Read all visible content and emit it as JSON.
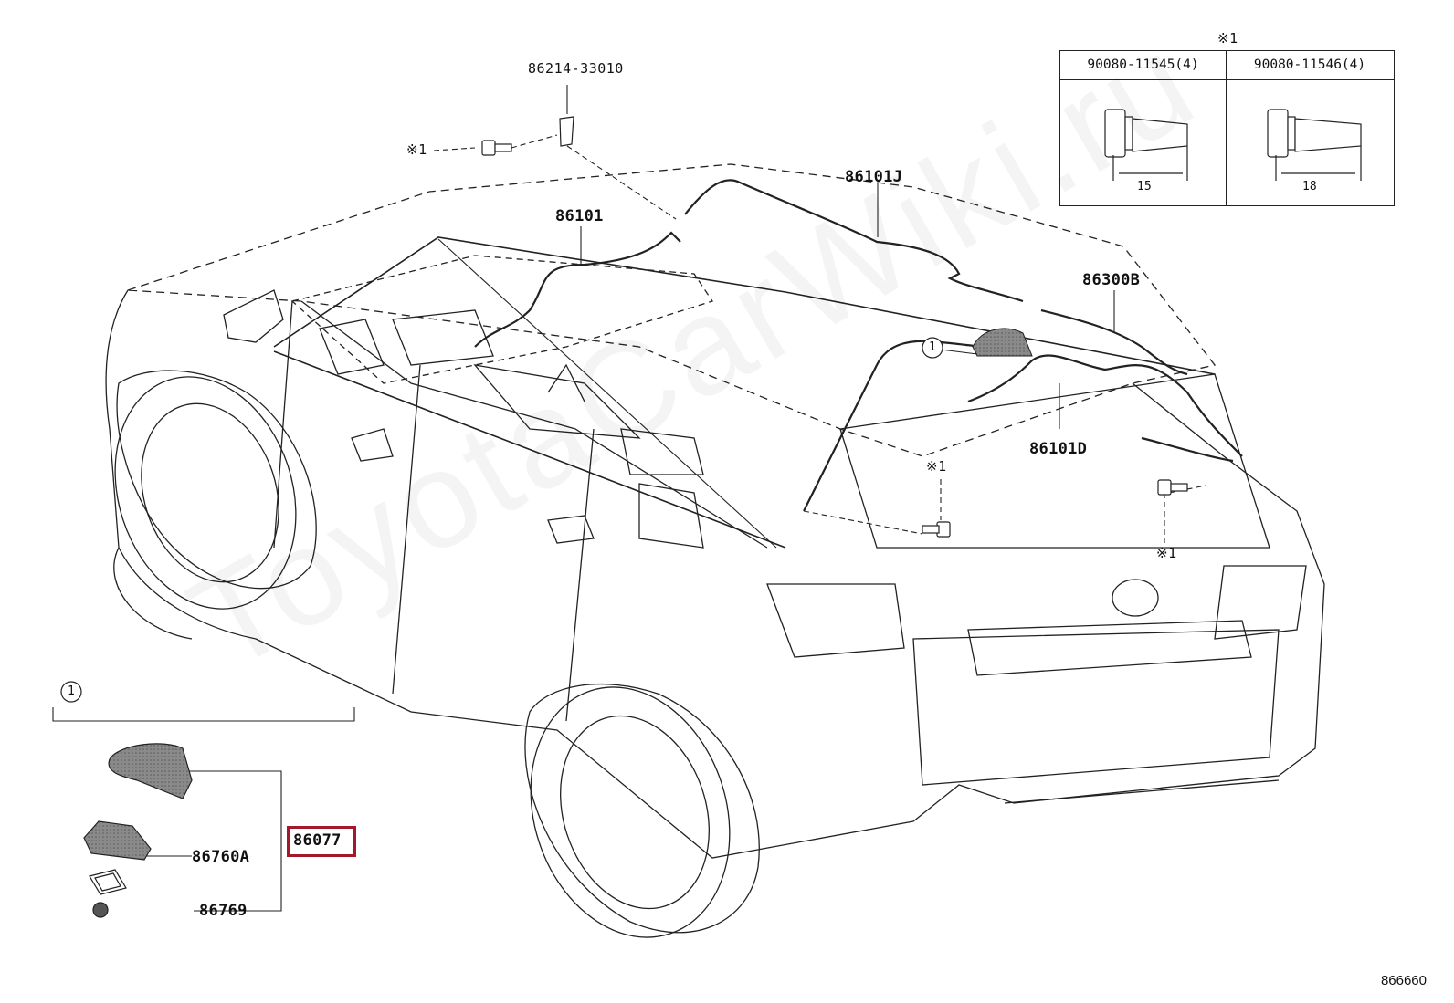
{
  "watermark": "ToyotaCarWiki.ru",
  "figure_number": "866660",
  "labels": {
    "p86214": "86214-33010",
    "p86101": "86101",
    "p86101j": "86101J",
    "p86300b": "86300B",
    "p86101d": "86101D",
    "p86077": "86077",
    "p86760a": "86760A",
    "p86769": "86769",
    "mark_x1": "※1",
    "circle_1": "1"
  },
  "bolt_table": {
    "mark": "※1",
    "columns": [
      {
        "part": "90080-11545(4)",
        "length": "15"
      },
      {
        "part": "90080-11546(4)",
        "length": "18"
      }
    ]
  },
  "colors": {
    "highlight": "#a3182b",
    "line": "#222222"
  }
}
